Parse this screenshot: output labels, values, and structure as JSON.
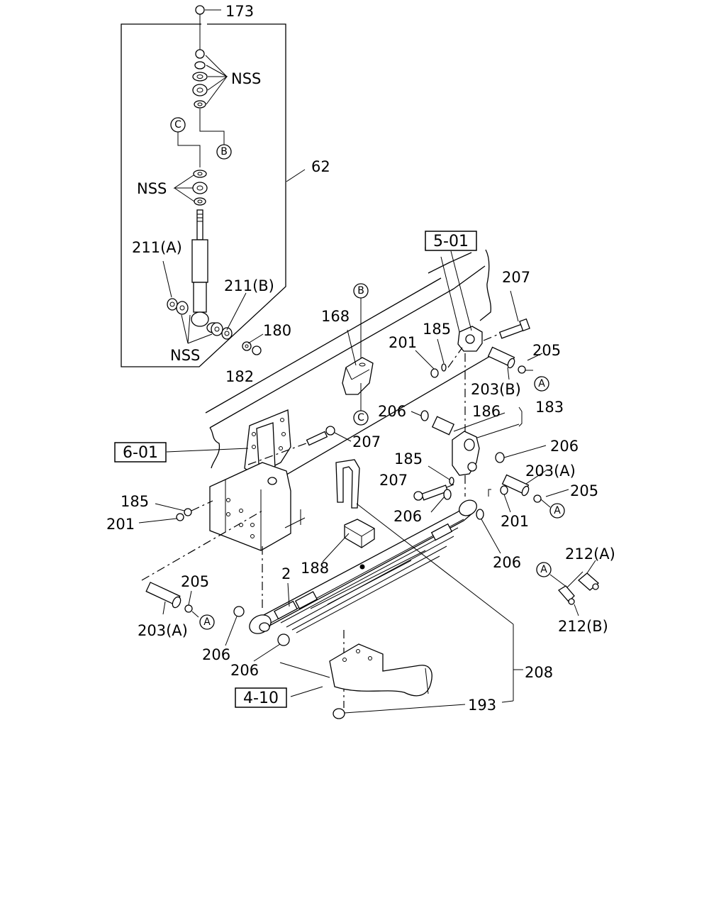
{
  "labels": {
    "l173": "173",
    "nss_top": "NSS",
    "nss_mid": "NSS",
    "nss_bot": "NSS",
    "l62": "62",
    "l211a": "211(A)",
    "l211b": "211(B)",
    "l180": "180",
    "l182": "182",
    "l168": "168",
    "l207_top": "207",
    "l185_top": "185",
    "l201_top": "201",
    "l205_top": "205",
    "l203b": "203(B)",
    "l206_a": "206",
    "l186": "186",
    "l183": "183",
    "l207_mid": "207",
    "l206_right": "206",
    "l185_mid": "185",
    "l207_low": "207",
    "l203a_right": "203(A)",
    "l205_right": "205",
    "l185_left": "185",
    "l201_left": "201",
    "l206_mid": "206",
    "l201_right": "201",
    "l206_low": "206",
    "l188": "188",
    "l2": "2",
    "l212a": "212(A)",
    "l212b": "212(B)",
    "l205_left": "205",
    "l203a_left": "203(A)",
    "l206_ll": "206",
    "l206_lb": "206",
    "l208": "208",
    "l193": "193"
  },
  "refs": {
    "r501": "5-01",
    "r601": "6-01",
    "r410": "4-10"
  },
  "markers": {
    "mC_top": "C",
    "mB_top": "B",
    "mB_bracket": "B",
    "mC_bracket": "C",
    "mA_top": "A",
    "mA_right": "A",
    "mA_left": "A",
    "mA_grease": "A"
  }
}
